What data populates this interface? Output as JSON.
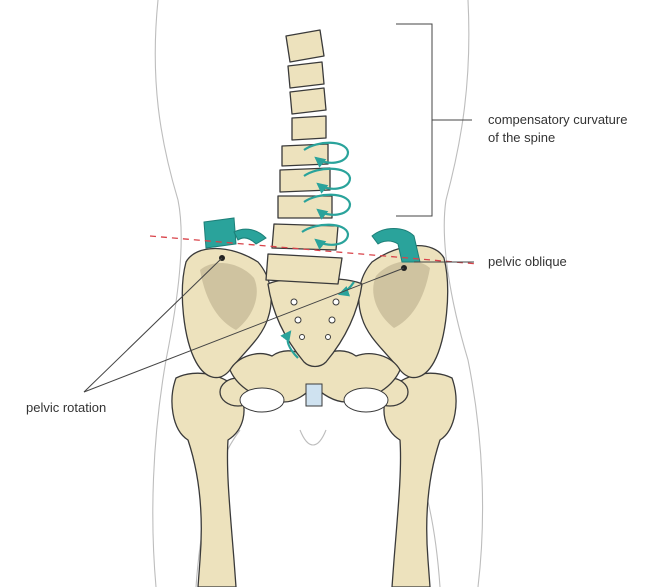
{
  "labels": {
    "spine_curvature_line1": "compensatory curvature",
    "spine_curvature_line2": "of the spine",
    "pelvic_oblique": "pelvic oblique",
    "pelvic_rotation": "pelvic rotation"
  },
  "colors": {
    "bone_fill": "#ede2bd",
    "bone_shade": "#cfc3a0",
    "accent_teal": "#2aa39b",
    "oblique_line": "#d9434a",
    "body_outline": "#bdbdbd",
    "symphysis": "#cfe2f0"
  },
  "icons": {
    "rotation_arrows": "curved-rotation-arrow-icon",
    "tilt_arrows": "teal-tilt-arrow-icon"
  }
}
